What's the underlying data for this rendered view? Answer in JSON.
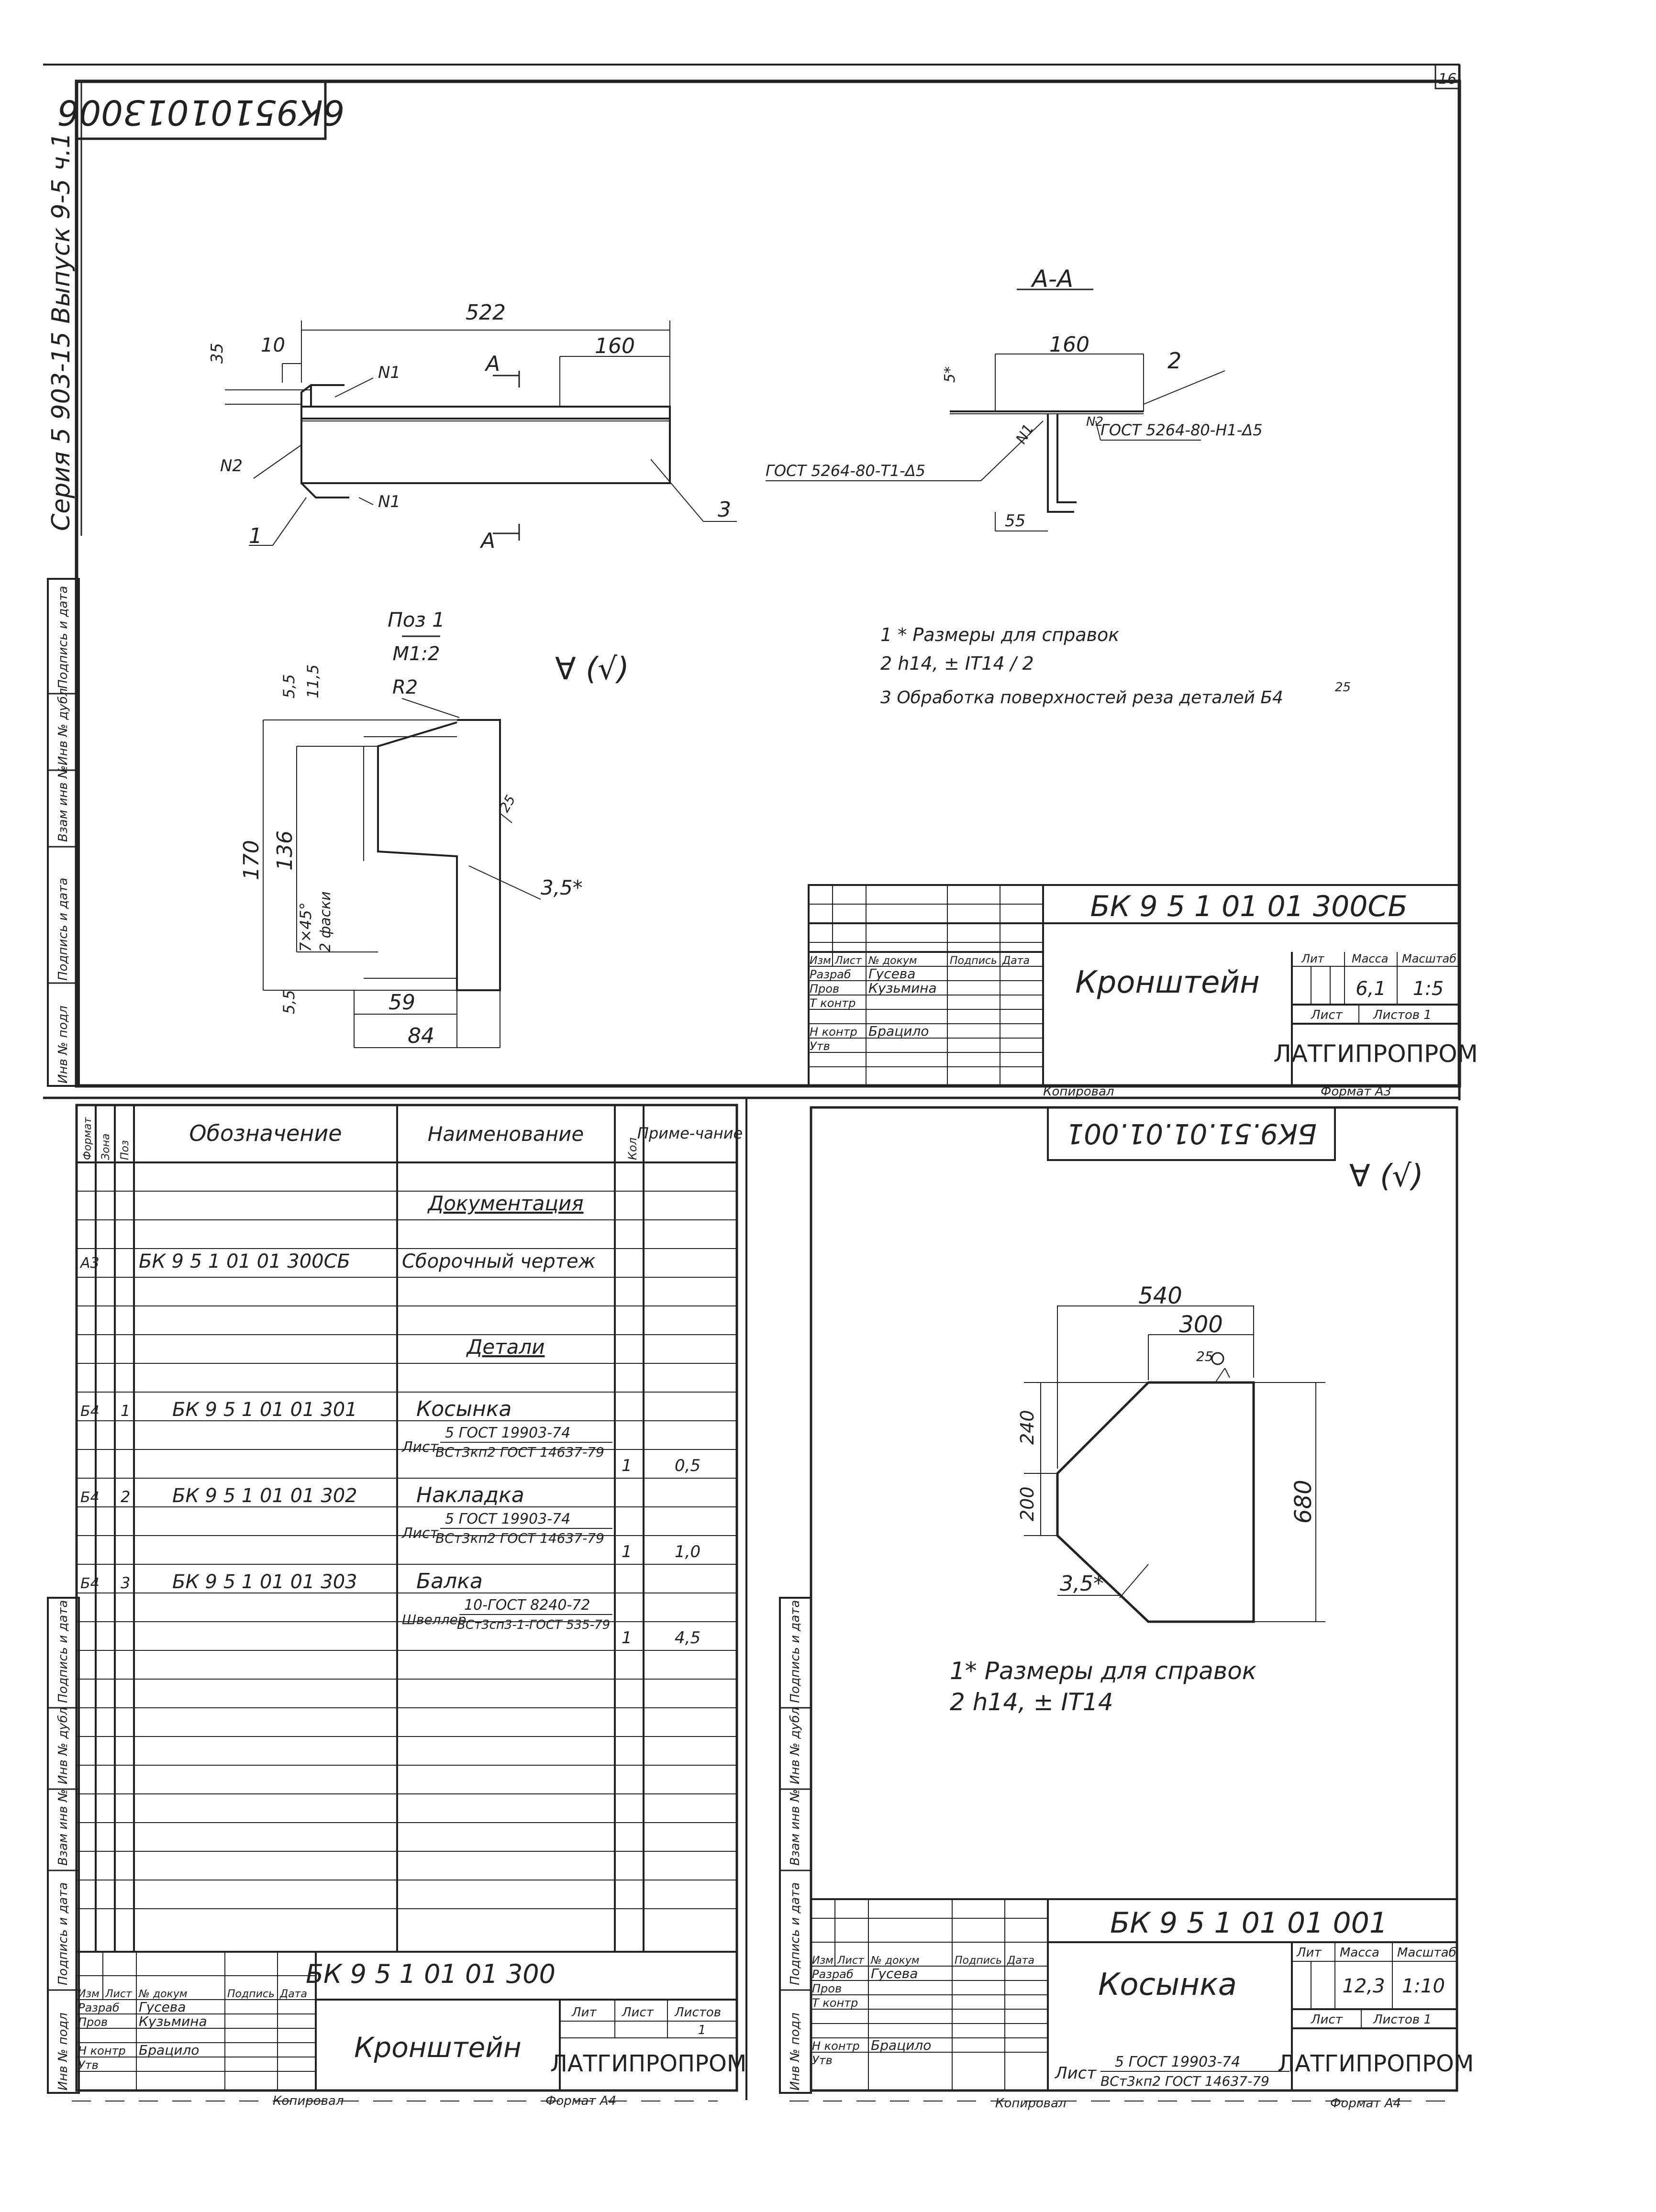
{
  "page_number": "16",
  "series_stamp": "Серия 5 903-15   Выпуск 9-5  ч.1",
  "left_margin_labels": {
    "top": [
      "Инв № подл",
      "Подпись и дата",
      "Взам инв №",
      "Инв № дубл",
      "Подпись и дата"
    ],
    "bottom_left": [
      "Инв № подл",
      "Подпись и дата",
      "Взам инв №",
      "Инв № дубл",
      "Подпись и дата"
    ],
    "bottom_right": [
      "Инв № подл",
      "Подпись и дата",
      "Взам инв №",
      "Инв № дубл",
      "Подпись и дата"
    ]
  },
  "assembly_sheet": {
    "mirrored_code": "6К95101013006",
    "main_view": {
      "dims": {
        "overall": "522",
        "left": "10",
        "flange": "160",
        "height": "35"
      },
      "section_marks": [
        "А",
        "А"
      ],
      "weld_marks": [
        "N1",
        "N2",
        "N1"
      ],
      "positions": [
        "1",
        "3"
      ]
    },
    "section_view": {
      "title": "А-А",
      "dims": {
        "width": "160",
        "thickness": "5*",
        "leg": "55"
      },
      "position": "2",
      "weld_left": "ГОСТ 5264-80-Т1-Δ5",
      "weld_right": "ГОСТ 5264-80-Н1-Δ5",
      "weld_marks": [
        "N1",
        "N2"
      ]
    },
    "detail_view": {
      "title": "Поз 1",
      "scale": "М1:2",
      "dims": {
        "top_gap": "5,5",
        "top_small": "11,5",
        "radius": "R2",
        "overall_height": "170",
        "inner_height": "136",
        "chamfer": "7×45°",
        "chamfer_note": "2 фаски",
        "thickness": "3,5*",
        "bottom_gap": "5,5",
        "inner_width": "59",
        "overall_width": "84",
        "roughness": "25"
      }
    },
    "roughness_symbol": "∀ (√)",
    "notes": [
      "1 * Размеры для справок",
      "2 h14, ± IT14 / 2",
      "3 Обработка поверхностей реза деталей Б4",
      "25"
    ],
    "title_block": {
      "code": "БК 9 5 1 01 01 300СБ",
      "name": "Кронштейн",
      "headers": [
        "Изм",
        "Лист",
        "№ докум",
        "Подпись",
        "Дата"
      ],
      "roles": [
        "Разраб",
        "Пров",
        "Т контр",
        "",
        "Н контр",
        "Утв"
      ],
      "signers": [
        "Гусева",
        "Кузьмина",
        "",
        "",
        "Брацило",
        ""
      ],
      "lit_label": "Лит",
      "mass_label": "Масса",
      "scale_label": "Масштаб",
      "mass": "6,1",
      "scale": "1:5",
      "sheet_label": "Лист",
      "sheets_label": "Листов 1",
      "org": "ЛАТГИПРОПРОМ",
      "copied": "Копировал",
      "format": "Формат А3"
    }
  },
  "specification_sheet": {
    "headers": [
      "Формат",
      "Зона",
      "Поз",
      "Обозначение",
      "Наименование",
      "Кол",
      "Приме-чание"
    ],
    "section_docs": "Документация",
    "doc_row": {
      "format": "А3",
      "designation": "БК 9 5 1 01 01 300СБ",
      "name": "Сборочный чертеж"
    },
    "section_parts": "Детали",
    "parts": [
      {
        "format": "Б4",
        "pos": "1",
        "designation": "БК 9 5 1 01 01 301",
        "name": "Косынка",
        "material_prefix": "Лист",
        "material_top": "5 ГОСТ 19903-74",
        "material_bottom": "ВСт3кп2 ГОСТ 14637-79",
        "qty": "1",
        "note": "0,5"
      },
      {
        "format": "Б4",
        "pos": "2",
        "designation": "БК 9 5 1 01 01 302",
        "name": "Накладка",
        "material_prefix": "Лист",
        "material_top": "5 ГОСТ 19903-74",
        "material_bottom": "ВСт3кп2 ГОСТ 14637-79",
        "qty": "1",
        "note": "1,0"
      },
      {
        "format": "Б4",
        "pos": "3",
        "designation": "БК 9 5 1 01 01 303",
        "name": "Балка",
        "material_prefix": "Швеллер",
        "material_top": "10-ГОСТ 8240-72",
        "material_bottom": "ВСт3сп3-1-ГОСТ 535-79",
        "qty": "1",
        "note": "4,5"
      }
    ],
    "title_block": {
      "code": "БК 9 5 1 01 01 300",
      "name": "Кронштейн",
      "headers": [
        "Изм",
        "Лист",
        "№ докум",
        "Подпись",
        "Дата"
      ],
      "roles": [
        "Разраб",
        "Пров",
        "",
        "Н контр",
        "Утв"
      ],
      "signers": [
        "Гусева",
        "Кузьмина",
        "",
        "Брацило",
        ""
      ],
      "lit_label": "Лит",
      "sheet_label": "Лист",
      "sheets_label": "Листов",
      "sheets_value": "1",
      "org": "ЛАТГИПРОПРОМ",
      "copied": "Копировал",
      "format": "Формат А4"
    }
  },
  "gusset_sheet": {
    "mirrored_code": "БК9.51.01.01.001",
    "roughness_symbol": "∀ (√)",
    "dims": {
      "overall_width": "540",
      "top_width": "300",
      "roughness": "25",
      "upper_left": "240",
      "lower_left": "200",
      "height": "680",
      "thickness": "3,5*"
    },
    "notes": [
      "1* Размеры для справок",
      "2 h14, ± IT14"
    ],
    "title_block": {
      "code": "БК 9 5 1 01 01 001",
      "name": "Косынка",
      "headers": [
        "Изм",
        "Лист",
        "№ докум",
        "Подпись",
        "Дата"
      ],
      "roles": [
        "Разраб",
        "Пров",
        "Т контр",
        "Н контр",
        "Утв"
      ],
      "signers": [
        "Гусева",
        "",
        "",
        "Брацило",
        ""
      ],
      "lit_label": "Лит",
      "mass_label": "Масса",
      "scale_label": "Масштаб",
      "mass": "12,3",
      "scale": "1:10",
      "sheet_label": "Лист",
      "sheets_label": "Листов 1",
      "material_prefix": "Лист",
      "material_top": "5 ГОСТ 19903-74",
      "material_bottom": "ВСт3кп2 ГОСТ 14637-79",
      "org": "ЛАТГИПРОПРОМ",
      "copied": "Копировал",
      "format": "Формат А4"
    }
  }
}
